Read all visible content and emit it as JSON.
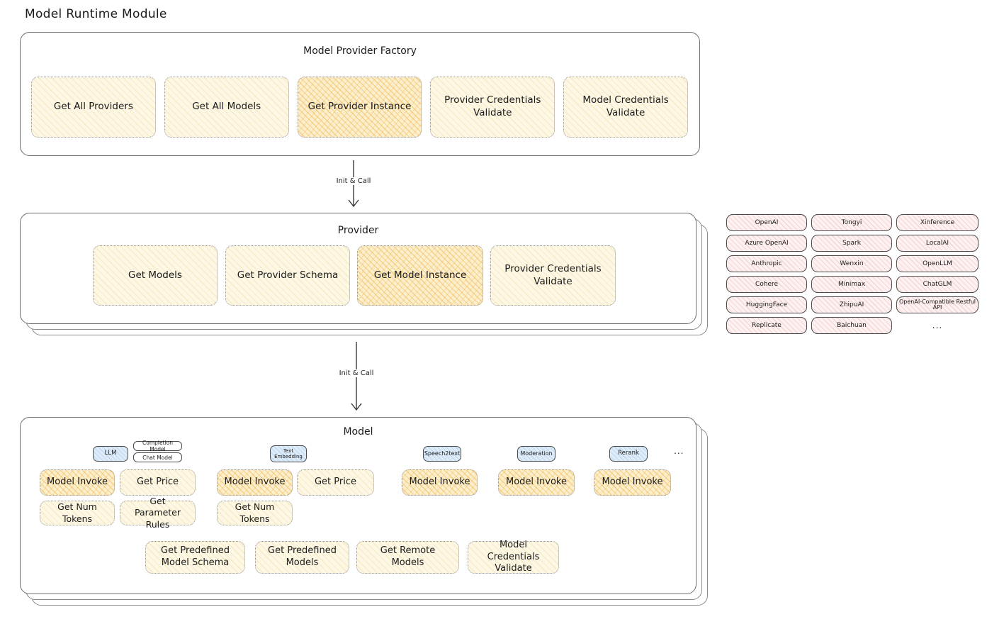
{
  "page": {
    "title": "Model Runtime Module"
  },
  "factory": {
    "title": "Model Provider Factory",
    "methods": {
      "get_all_providers": "Get All Providers",
      "get_all_models": "Get All Models",
      "get_provider_instance": "Get Provider Instance",
      "provider_credentials_validate": "Provider Credentials Validate",
      "model_credentials_validate": "Model Credentials Validate"
    }
  },
  "arrows": {
    "init_call_1": "Init & Call",
    "init_call_2": "Init & Call"
  },
  "provider": {
    "title": "Provider",
    "methods": {
      "get_models": "Get Models",
      "get_provider_schema": "Get Provider Schema",
      "get_model_instance": "Get Model Instance",
      "provider_credentials_validate": "Provider Credentials Validate"
    }
  },
  "providers": {
    "rows": [
      [
        "OpenAI",
        "Tongyi",
        "Xinference"
      ],
      [
        "Azure OpenAI",
        "Spark",
        "LocalAI"
      ],
      [
        "Anthropic",
        "Wenxin",
        "OpenLLM"
      ],
      [
        "Cohere",
        "Minimax",
        "ChatGLM"
      ],
      [
        "HuggingFace",
        "ZhipuAI",
        "OpenAI-Compatible Restful API"
      ],
      [
        "Replicate",
        "Baichuan",
        "..."
      ]
    ]
  },
  "model": {
    "title": "Model",
    "tabs": {
      "llm": "LLM",
      "completion_model": "Completion Model",
      "chat_model": "Chat Model",
      "text_embedding": "Text Embedding",
      "speech2text": "Speech2text",
      "moderation": "Moderation",
      "rerank": "Rerank",
      "more": "..."
    },
    "methods": {
      "model_invoke": "Model Invoke",
      "get_price": "Get Price",
      "get_num_tokens": "Get Num Tokens",
      "get_parameter_rules": "Get Parameter Rules",
      "get_predefined_model_schema": "Get Predefined Model Schema",
      "get_predefined_models": "Get Predefined Models",
      "get_remote_models": "Get Remote Models",
      "model_credentials_validate": "Model Credentials Validate"
    }
  },
  "colors": {
    "node_yellow_bg": "#fdf8e6",
    "node_yellow_hatch": "#e8c468",
    "node_orange_bg": "#fcefcd",
    "node_orange_hatch": "#f0b246",
    "node_pink_bg": "#fdf1f1",
    "node_pink_hatch": "#e49696",
    "node_blue_bg": "#deecf9",
    "node_blue_hatch": "#8cb4dc",
    "container_stroke": "#6e6e6e",
    "text": "#1b1b1b"
  }
}
